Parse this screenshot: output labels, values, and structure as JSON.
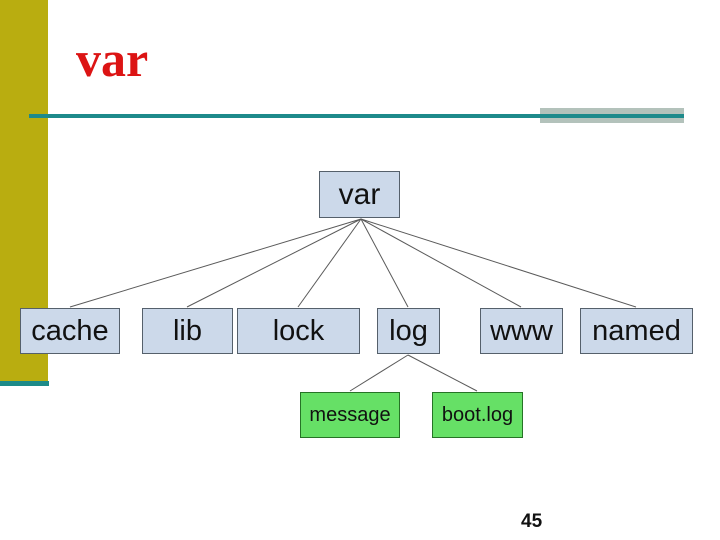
{
  "slide": {
    "title": "var",
    "page_number": "45"
  },
  "tree": {
    "root": {
      "label": "var"
    },
    "children": [
      {
        "label": "cache"
      },
      {
        "label": "lib"
      },
      {
        "label": "lock"
      },
      {
        "label": "log"
      },
      {
        "label": "www"
      },
      {
        "label": "named"
      }
    ],
    "log_children": [
      {
        "label": "message"
      },
      {
        "label": "boot.log"
      }
    ]
  },
  "colors": {
    "title_red": "#dc1414",
    "left_bar_olive": "#b9ad10",
    "rule_teal": "#1d8a8b",
    "band_gray": "#b3c2bb",
    "dir_node_fill": "#ccd9ea",
    "dir_node_border": "#55606b",
    "file_node_fill": "#66e066",
    "file_node_border": "#267326",
    "connector_gray": "#5a5a5a"
  }
}
